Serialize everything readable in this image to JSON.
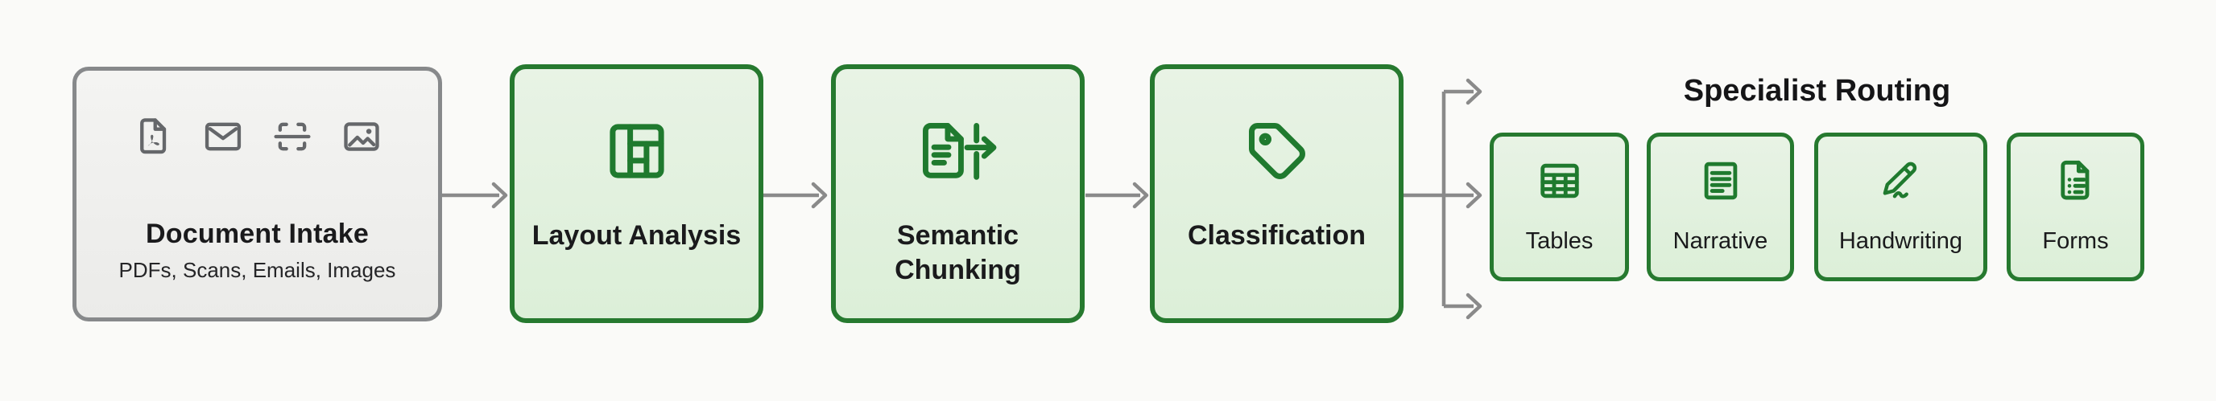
{
  "colors": {
    "background": "#fafaf8",
    "green_border": "#26792f",
    "green_fill": "#e3f0e0",
    "green_icon": "#1f7a2e",
    "gray_border": "#87898b",
    "gray_fill": "#f1f1ef",
    "gray_icon": "#65676a",
    "arrow": "#8a8a8a",
    "text": "#1a1a1c"
  },
  "intake": {
    "title": "Document Intake",
    "subtitle": "PDFs, Scans, Emails, Images",
    "icons": [
      "pdf-file-icon",
      "email-icon",
      "scan-icon",
      "image-icon"
    ]
  },
  "stages": [
    {
      "label": "Layout Analysis",
      "icon": "layout-grid-icon"
    },
    {
      "label": "Semantic Chunking",
      "icon": "file-split-arrow-icon"
    },
    {
      "label": "Classification",
      "icon": "tag-icon"
    }
  ],
  "routing": {
    "title": "Specialist Routing",
    "specialists": [
      {
        "label": "Tables",
        "icon": "table-grid-icon"
      },
      {
        "label": "Narrative",
        "icon": "document-lines-icon"
      },
      {
        "label": "Handwriting",
        "icon": "pencil-signature-icon"
      },
      {
        "label": "Forms",
        "icon": "form-checklist-icon"
      }
    ]
  }
}
